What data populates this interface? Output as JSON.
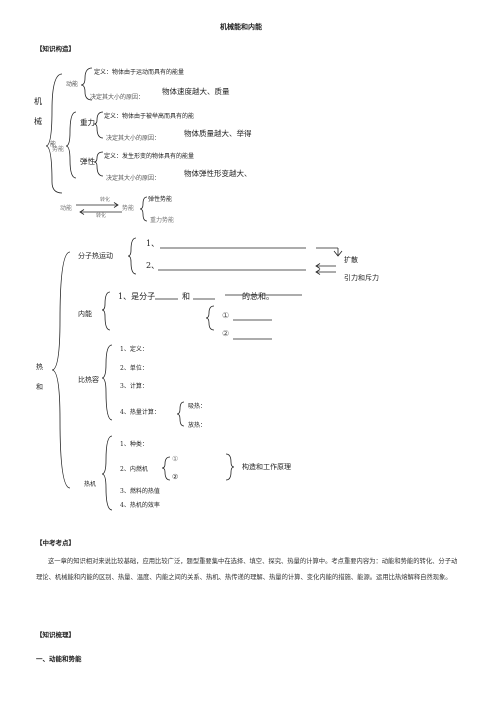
{
  "page": {
    "title": "机械能和内能",
    "section_structure": "【知识构造】",
    "section_exam": "【中考考点】",
    "section_review": "【知识梳理】",
    "subsection_1": "一、动能和势能"
  },
  "mech": {
    "root1": "机",
    "root2": "械",
    "root3": "能",
    "kinetic": {
      "label": "动能",
      "def": "定义：物体由于运动而具有的能量",
      "factor_prefix": "决定其大小的原因：",
      "factor": "物体速度越大、质量"
    },
    "gravity": {
      "label": "重力",
      "def": "定义：物体由于被举高而具有的能",
      "factor_prefix": "决定其大小的原因：",
      "factor": "物体质量越大、举得"
    },
    "elastic": {
      "label": "弹性",
      "def": "定义：发生形变的物体具有的能量",
      "factor_prefix": "决定其大小的原因：",
      "factor": "物体弹性形变越大、"
    },
    "potential_label": "势能",
    "conversion": {
      "left": "动能",
      "arrow_top": "转化",
      "arrow_bottom": "转化",
      "right": "势能",
      "branch_1": "弹性势能",
      "branch_2": "重力势能"
    }
  },
  "heat": {
    "root1": "热",
    "root2": "和",
    "molecular": {
      "label": "分子热运动",
      "item1": "1、",
      "item2": "2、",
      "right1": "扩散",
      "right2": "引力和斥力"
    },
    "internal": {
      "label": "内能",
      "item1_a": "1、是分子",
      "item1_b": "和",
      "item1_c": "的总和。",
      "sub1": "①",
      "sub2": "②"
    },
    "specific": {
      "label": "比热容",
      "item1": "1、定义：",
      "item2": "2、单位：",
      "item3": "3、计算：",
      "item4": "4、热量计算：",
      "absorb": "吸热：",
      "release": "放热："
    },
    "engine": {
      "label": "热机",
      "item1": "1、种类：",
      "item2": "2、内燃机",
      "sub1": "①",
      "sub2": "②",
      "right": "构造和工作原理",
      "item3": "3、燃料的热值",
      "item4": "4、热机的效率"
    }
  },
  "exam_text": "这一章的知识相对来说比较基础，应用比较广泛，题型重要集中在选择、填空、探究、热量的计算中。考点重要内容为：动能和势能的转化、分子动理论、机械能和内能的区别、热量、温度、内能之间的关系、热机、热传递的理解、热量的计算、变化内能的措施、能源。运用比热熔解释自然现象。"
}
